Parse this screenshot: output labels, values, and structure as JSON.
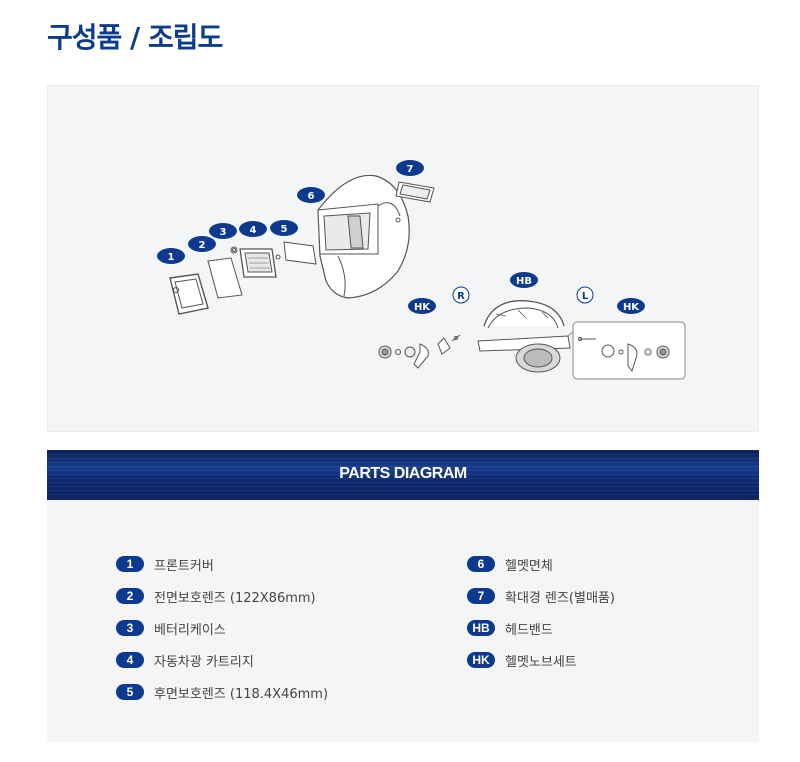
{
  "page": {
    "title": "구성품 / 조립도"
  },
  "diagram": {
    "tags": [
      {
        "id": "tag-1",
        "text": "1"
      },
      {
        "id": "tag-2",
        "text": "2"
      },
      {
        "id": "tag-3",
        "text": "3"
      },
      {
        "id": "tag-4",
        "text": "4"
      },
      {
        "id": "tag-5",
        "text": "5"
      },
      {
        "id": "tag-6",
        "text": "6"
      },
      {
        "id": "tag-7",
        "text": "7"
      },
      {
        "id": "tag-hb",
        "text": "HB"
      },
      {
        "id": "tag-hk-left",
        "text": "HK"
      },
      {
        "id": "tag-hk-right",
        "text": "HK"
      },
      {
        "id": "tag-r",
        "text": "R"
      },
      {
        "id": "tag-l",
        "text": "L"
      }
    ]
  },
  "banner": {
    "title": "PARTS DIAGRAM"
  },
  "legend": {
    "left": [
      {
        "badge": "1",
        "label": "프론트커버"
      },
      {
        "badge": "2",
        "label": "전면보호렌즈 (122X86mm)"
      },
      {
        "badge": "3",
        "label": "베터리케이스"
      },
      {
        "badge": "4",
        "label": "자동차광 카트리지"
      },
      {
        "badge": "5",
        "label": "후면보호렌즈 (118.4X46mm)"
      }
    ],
    "right": [
      {
        "badge": "6",
        "label": "헬멧면체"
      },
      {
        "badge": "7",
        "label": "확대경 렌즈(별매품)"
      },
      {
        "badge": "HB",
        "label": "헤드밴드"
      },
      {
        "badge": "HK",
        "label": "헬멧노브세트"
      }
    ]
  },
  "colors": {
    "accent": "#0d3a8f",
    "title": "#0c3c8c",
    "panel_bg": "#f4f5f6"
  }
}
